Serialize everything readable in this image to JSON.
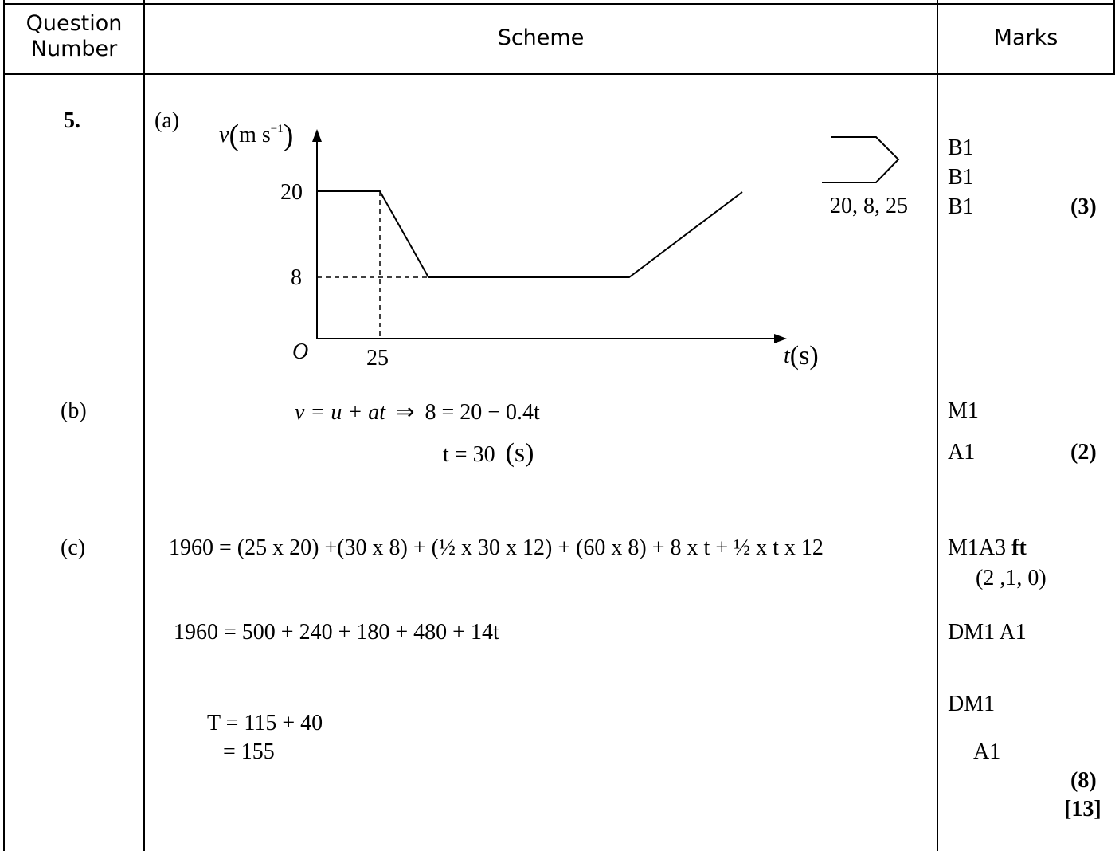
{
  "header": {
    "question_line1": "Question",
    "question_line2": "Number",
    "scheme": "Scheme",
    "marks": "Marks"
  },
  "question": {
    "number": "5.",
    "part_a": {
      "label": "(a)",
      "graph": {
        "y_axis_var": "v",
        "y_axis_unit_open": "(",
        "y_axis_unit": "m s",
        "y_axis_unit_exp": "−1",
        "y_axis_unit_close": ")",
        "x_axis_var": "t",
        "x_axis_unit": "(s)",
        "origin": "O",
        "tick_20": "20",
        "tick_8": "8",
        "tick_25": "25",
        "comment": "20, 8, 25"
      },
      "marks": [
        "B1",
        "B1",
        "B1"
      ],
      "total": "(3)"
    },
    "part_b": {
      "label": "(b)",
      "line1_eq": "v = u + at",
      "line1_arrow": "⇒",
      "line1_rhs": "8 = 20 − 0.4t",
      "line2": "t = 30",
      "line2_unit": "(s)",
      "marks": [
        "M1",
        "A1"
      ],
      "total": "(2)"
    },
    "part_c": {
      "label": "(c)",
      "line1": "1960 = (25 x 20) +(30 x 8) + (½ x 30 x 12) + (60 x 8) + 8 x t + ½ x t x 12",
      "line2": "1960 = 500 + 240 + 180 + 480 + 14t",
      "line3": "T = 115 + 40",
      "line4": "= 155",
      "mark_1": "M1A3",
      "mark_1_ft": "ft",
      "mark_1_sub": "(2 ,1, 0)",
      "mark_2": "DM1 A1",
      "mark_3": "DM1",
      "mark_4": "A1",
      "total": "(8)",
      "grand_total": "[13]"
    }
  }
}
